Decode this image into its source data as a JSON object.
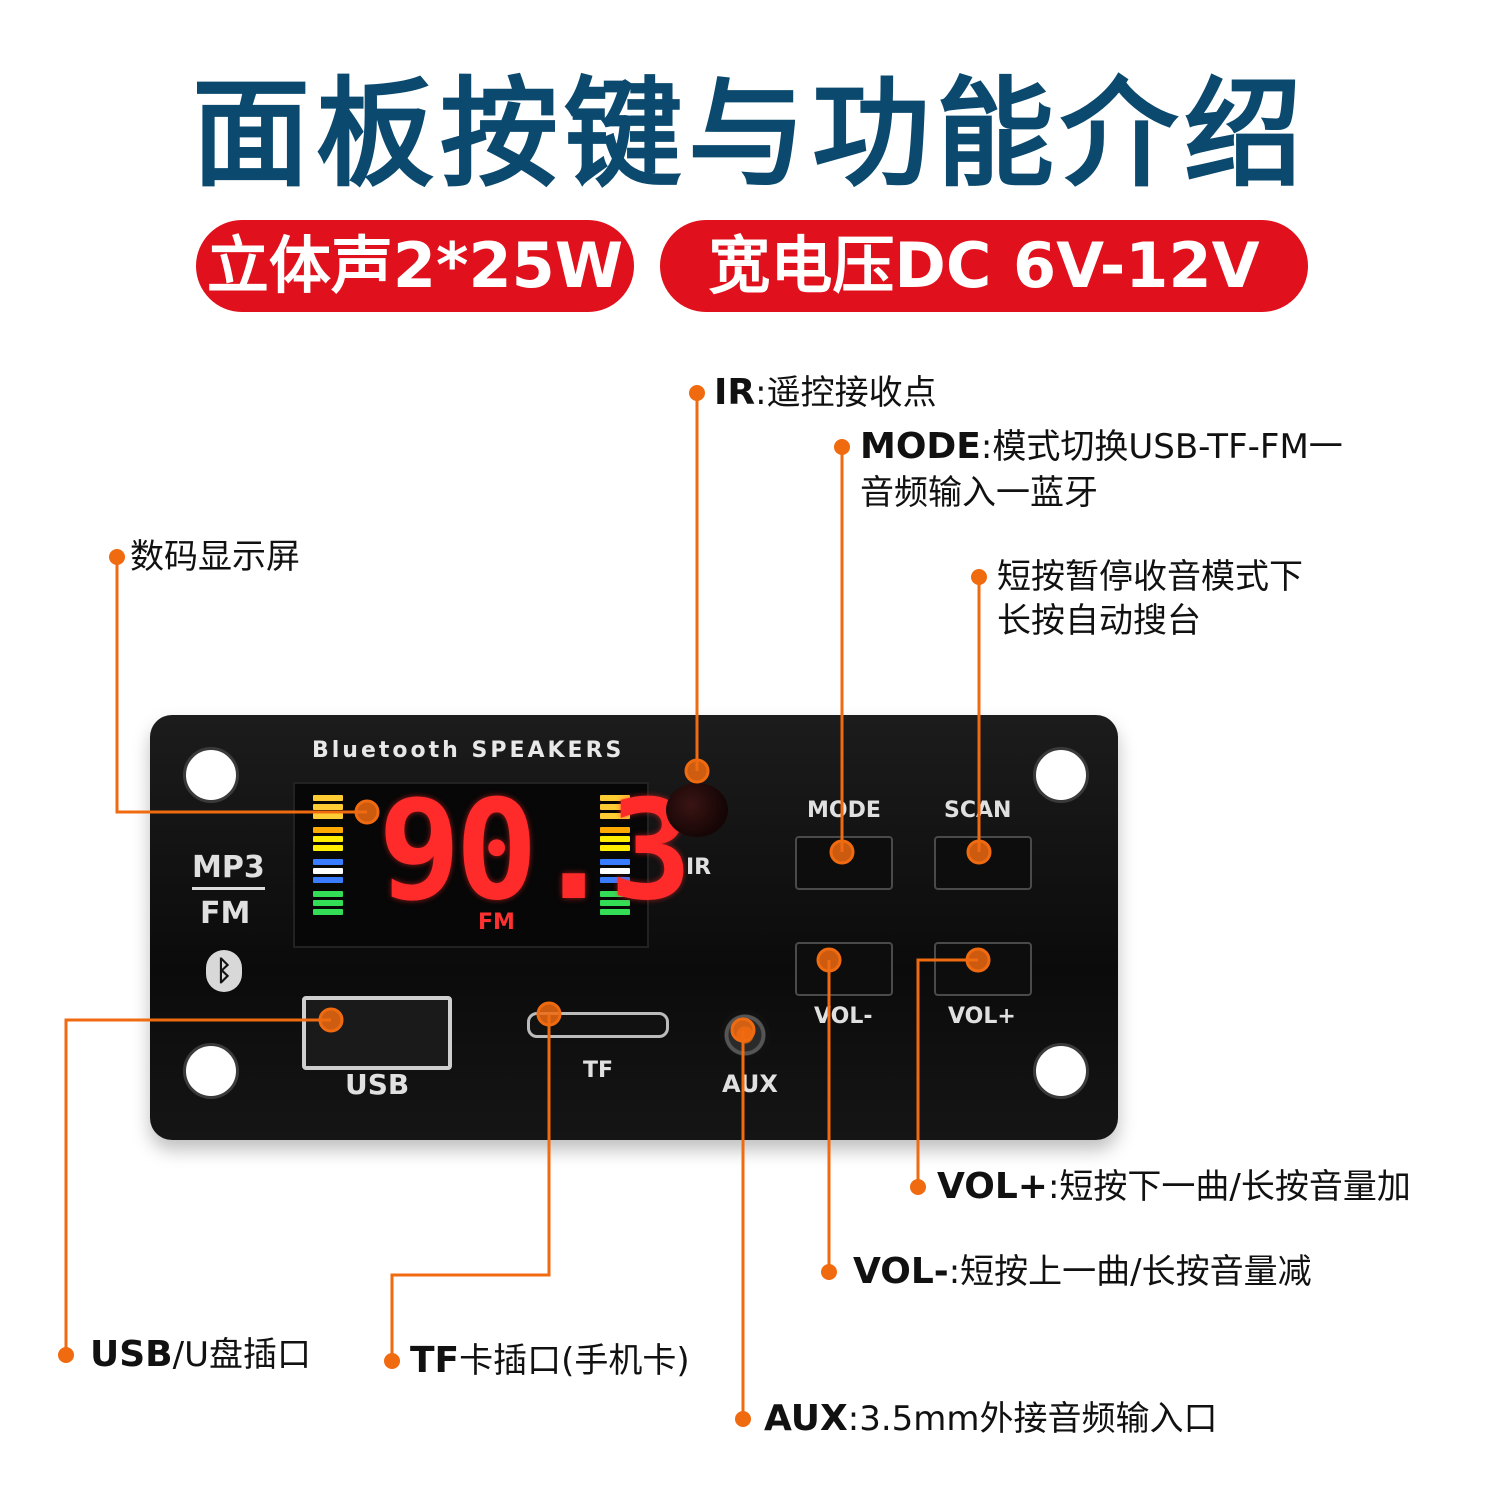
{
  "title": "面板按键与功能介绍",
  "badges": {
    "power": "立体声2*25W",
    "voltage": "宽电压DC 6V-12V"
  },
  "callouts": {
    "ir": {
      "key": "IR",
      "desc": ":遥控接收点"
    },
    "mode": {
      "key": "MODE",
      "desc": ":模式切换USB-TF-FM一",
      "desc2": "音频输入一蓝牙"
    },
    "display": {
      "desc": "数码显示屏"
    },
    "scan": {
      "desc": "短按暂停收音模式下",
      "desc2": "长按自动搜台"
    },
    "vol_plus": {
      "key": "VOL+",
      "desc": ":短按下一曲/长按音量加"
    },
    "vol_minus": {
      "key": "VOL-",
      "desc": ":短按上一曲/长按音量减"
    },
    "usb": {
      "key": "USB",
      "desc": "/U盘插口"
    },
    "tf": {
      "key": "TF",
      "desc": "卡插口(手机卡)"
    },
    "aux": {
      "key": "AUX",
      "desc": ":3.5mm外接音频输入口"
    }
  },
  "board": {
    "brand": "Bluetooth SPEAKERS",
    "display_value": "90.3",
    "display_unit": "FM",
    "logo_top": "MP3",
    "logo_bottom": "FM",
    "ir_label": "IR",
    "mode_label": "MODE",
    "scan_label": "SCAN",
    "vol_minus_label": "VOL-",
    "vol_plus_label": "VOL+",
    "usb_label": "USB",
    "tf_label": "TF",
    "aux_label": "AUX"
  },
  "colors": {
    "title": "#0b4a6e",
    "badge_bg": "#e0101c",
    "leader": "#f06a10",
    "display_digits": "#ff2a2a"
  },
  "icons": [
    "bluetooth-icon"
  ]
}
